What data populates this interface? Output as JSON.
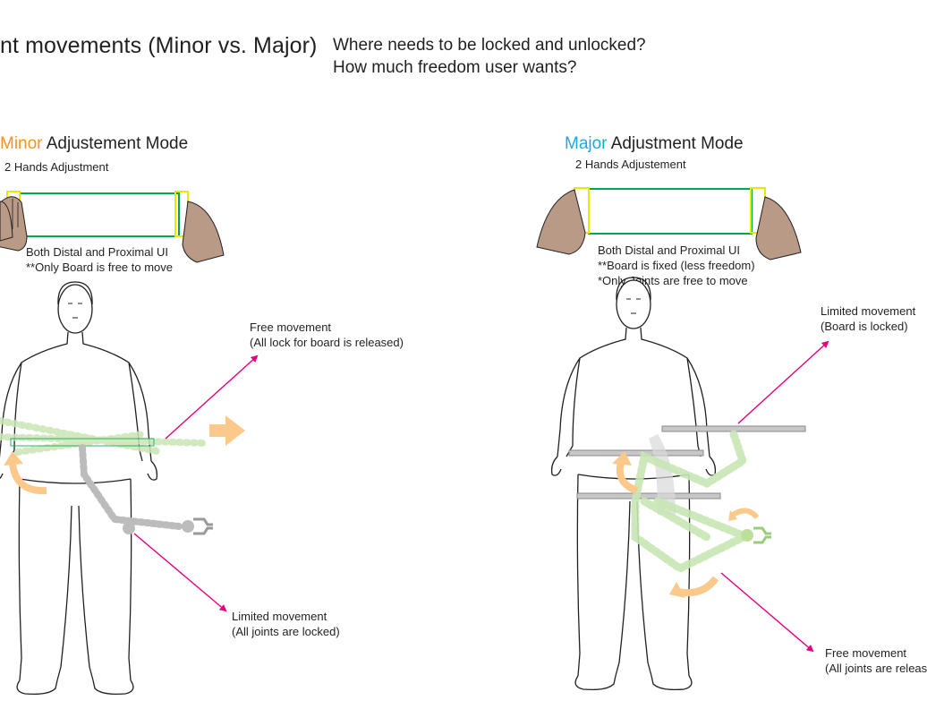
{
  "header": {
    "title": "nt movements (Minor vs. Major)",
    "questions": [
      "Where needs to be locked and unlocked?",
      "How much freedom user wants?"
    ]
  },
  "minor": {
    "mode_word": "Minor",
    "mode_rest": " Adjustement Mode",
    "hands": "2 Hands Adjustment",
    "ui_line1": "Both Distal and Proximal UI",
    "ui_line2": "**Only Board is free to move",
    "free_title": "Free movement",
    "free_desc": "(All lock for board is released)",
    "limited_title": "Limited movement",
    "limited_desc": "(All joints are locked)"
  },
  "major": {
    "mode_word": "Major",
    "mode_rest": " Adjustment Mode",
    "hands": "2 Hands Adjustement",
    "ui_line1": "Both Distal and Proximal UI",
    "ui_line2": "**Board is fixed (less freedom)",
    "ui_line3": "*Only Joints are free to move",
    "limited_title": "Limited movement",
    "limited_desc": "(Board is locked)",
    "free_title": "Free movement",
    "free_desc": "(All joints are releas"
  },
  "colors": {
    "minor_accent": "#f7941d",
    "major_accent": "#1fa8e0",
    "callout_line": "#e6007e",
    "handle_box": "#e8e800",
    "board_outline": "#00a651",
    "motion_arrow": "#fbc98b",
    "locked_arm": "#bcbcbc",
    "free_arm": "#c8e6b4"
  }
}
